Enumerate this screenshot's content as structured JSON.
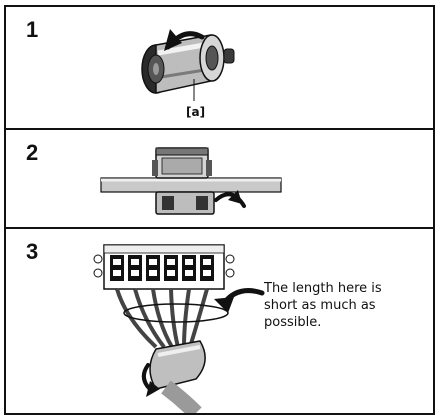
{
  "steps": [
    {
      "number": "1",
      "label": "[a]"
    },
    {
      "number": "2"
    },
    {
      "number": "3",
      "note": "The length here is short as much as possible."
    }
  ],
  "icons": {
    "step1": "ferrite-core-open-icon",
    "step2": "ferrite-core-clip-icon",
    "step3": "speaker-terminal-cables-icon",
    "arrow": "curved-arrow-icon"
  }
}
